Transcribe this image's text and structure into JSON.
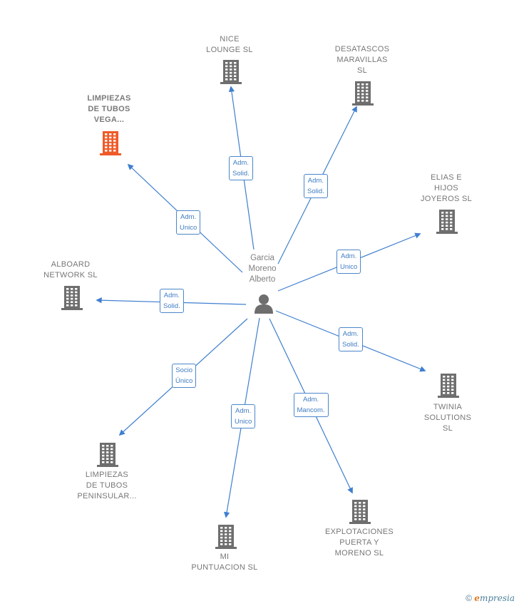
{
  "center": {
    "name": "Garcia\nMoreno\nAlberto"
  },
  "companies": [
    {
      "id": "nice",
      "name": "NICE\nLOUNGE SL",
      "highlight": false,
      "relation": "Adm.\nSolid."
    },
    {
      "id": "desatascos",
      "name": "DESATASCOS\nMARAVILLAS\nSL",
      "highlight": false,
      "relation": "Adm.\nSolid."
    },
    {
      "id": "limpiezas-vega",
      "name": "LIMPIEZAS\nDE TUBOS\nVEGA...",
      "highlight": true,
      "relation": "Adm.\nUnico"
    },
    {
      "id": "elias",
      "name": "ELIAS E\nHIJOS\nJOYEROS  SL",
      "highlight": false,
      "relation": "Adm.\nUnico"
    },
    {
      "id": "alboard",
      "name": "ALBOARD\nNETWORK SL",
      "highlight": false,
      "relation": "Adm.\nSolid."
    },
    {
      "id": "twinia",
      "name": "TWINIA\nSOLUTIONS\nSL",
      "highlight": false,
      "relation": "Adm.\nSolid."
    },
    {
      "id": "limpiezas-peninsular",
      "name": "LIMPIEZAS\nDE TUBOS\nPENINSULAR...",
      "highlight": false,
      "relation": "Socio\nÚnico"
    },
    {
      "id": "mi-puntuacion",
      "name": "MI\nPUNTUACION SL",
      "highlight": false,
      "relation": "Adm.\nUnico"
    },
    {
      "id": "explotaciones",
      "name": "EXPLOTACIONES\nPUERTA Y\nMORENO SL",
      "highlight": false,
      "relation": "Adm.\nMancom."
    }
  ],
  "colors": {
    "edge": "#3f7fcf",
    "building": "#6e6e6e",
    "building_highlight": "#f05a28",
    "person": "#6e6e6e"
  },
  "icons": {
    "company": "building-icon",
    "person": "person-icon",
    "copyright": "copyright-icon"
  },
  "footer": {
    "copyright_symbol": "©",
    "brand_initial": "e",
    "brand_rest": "mpresia"
  }
}
